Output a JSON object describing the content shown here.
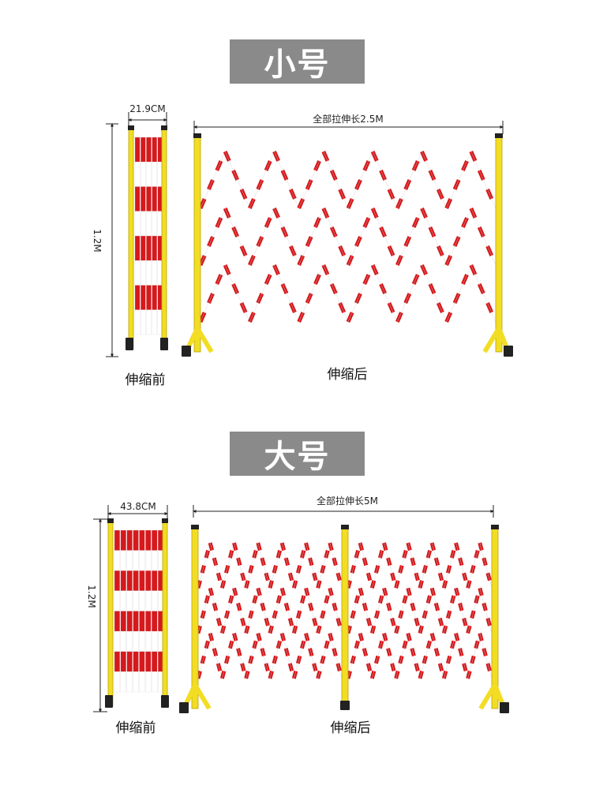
{
  "small": {
    "title": "小号",
    "width_label": "21.9CM",
    "height_label": "1.2M",
    "extended_label": "全部拉伸长2.5M",
    "before_caption": "伸缩前",
    "after_caption": "伸缩后"
  },
  "large": {
    "title": "大号",
    "width_label": "43.8CM",
    "height_label": "1.2M",
    "extended_label": "全部拉伸长5M",
    "before_caption": "伸缩前",
    "after_caption": "伸缩后"
  },
  "colors": {
    "post": "#f2dd24",
    "post_edge": "#b8a300",
    "red": "#d6191c",
    "white": "#ffffff",
    "foot": "#222222",
    "banner": "#8a8a8a"
  },
  "icons": [
    "fence-folded-icon",
    "fence-extended-icon"
  ]
}
